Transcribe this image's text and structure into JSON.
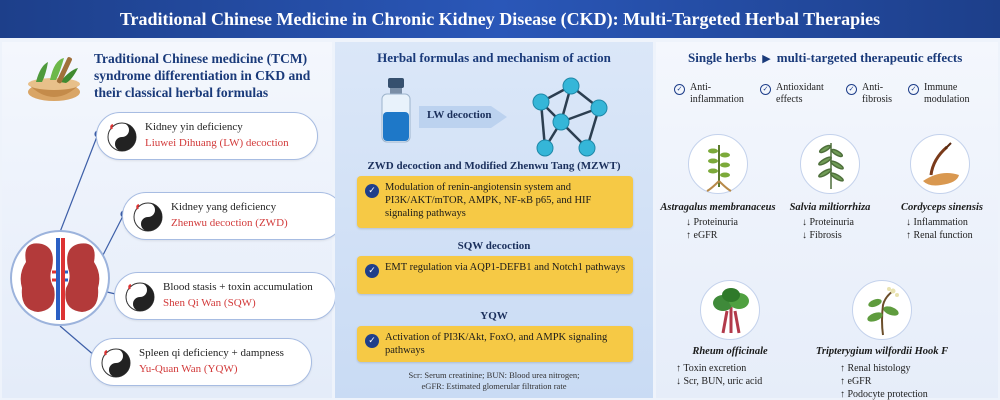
{
  "header": {
    "title": "Traditional Chinese Medicine in Chronic Kidney Disease (CKD): Multi-Targeted Herbal Therapies"
  },
  "left_panel": {
    "title": "Traditional Chinese medicine (TCM) syndrome differentiation in CKD and their classical herbal formulas",
    "cards": [
      {
        "syndrome": "Kidney yin deficiency",
        "formula": "Liuwei Dihuang (LW) decoction"
      },
      {
        "syndrome": "Kidney yang deficiency",
        "formula": "Zhenwu decoction (ZWD)"
      },
      {
        "syndrome": "Blood stasis + toxin accumulation",
        "formula": "Shen Qi Wan (SQW)"
      },
      {
        "syndrome": "Spleen qi deficiency + dampness",
        "formula": "Yu-Quan Wan (YQW)"
      }
    ]
  },
  "middle_panel": {
    "title": "Herbal formulas and mechanism of action",
    "arrow_label": "LW decoction",
    "sections": [
      {
        "title": "ZWD decoction and Modified Zhenwu Tang (MZWT)",
        "text": "Modulation of renin-angiotensin system and PI3K/AKT/mTOR, AMPK, NF-κB p65, and HIF signaling pathways"
      },
      {
        "title": "SQW decoction",
        "text": "EMT regulation via AQP1-DEFB1 and Notch1 pathways"
      },
      {
        "title": "YQW",
        "text": "Activation of PI3K/Akt, FoxO, and AMPK signaling pathways"
      }
    ],
    "footnote_line1": "Scr: Serum creatinine; BUN: Blood urea nitrogen;",
    "footnote_line2": "eGFR: Estimated glomerular filtration rate"
  },
  "right_panel": {
    "title_left": "Single herbs",
    "title_right": "multi-targeted therapeutic effects",
    "effects": [
      {
        "l1": "Anti-",
        "l2": "inflammation"
      },
      {
        "l1": "Antioxidant",
        "l2": "effects"
      },
      {
        "l1": "Anti-",
        "l2": "fibrosis"
      },
      {
        "l1": "Immune",
        "l2": "modulation"
      }
    ],
    "herbs": [
      {
        "name": "Astragalus membranaceus",
        "e1": "↓ Proteinuria",
        "e2": "↑ eGFR",
        "e3": ""
      },
      {
        "name": "Salvia miltiorrhiza",
        "e1": "↓ Proteinuria",
        "e2": "↓ Fibrosis",
        "e3": ""
      },
      {
        "name": "Cordyceps sinensis",
        "e1": "↓ Inflammation",
        "e2": "↑ Renal function",
        "e3": ""
      },
      {
        "name": "Rheum officinale",
        "e1": "↑ Toxin excretion",
        "e2": "↓ Scr, BUN, uric acid",
        "e3": ""
      },
      {
        "name": "Tripterygium wilfordii Hook F",
        "e1": "↑ Renal histology",
        "e2": "↑ eGFR",
        "e3": "↑ Podocyte protection"
      }
    ]
  }
}
